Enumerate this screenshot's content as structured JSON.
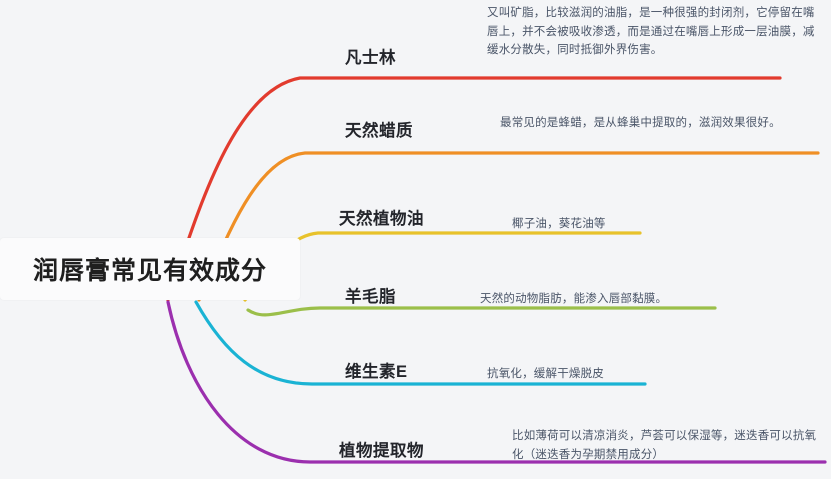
{
  "diagram": {
    "type": "mindmap",
    "background_color": "#f4f5f7",
    "root": {
      "label": "润唇膏常见有效成分"
    },
    "branches": [
      {
        "label": "凡士林",
        "description": "又叫矿脂，比较滋润的油脂，是一种很强的封闭剂，它停留在嘴唇上，并不会被吸收渗透，而是通过在嘴唇上形成一层油膜，减缓水分散失，同时抵御外界伤害。",
        "color": "#e23b2e"
      },
      {
        "label": "天然蜡质",
        "description": "最常见的是蜂蜡，是从蜂巢中提取的，滋润效果很好。",
        "color": "#ef8f25"
      },
      {
        "label": "天然植物油",
        "description": "椰子油，葵花油等",
        "color": "#e8c22b"
      },
      {
        "label": "羊毛脂",
        "description": "天然的动物脂肪，能渗入唇部黏膜。",
        "color": "#9bbf4a"
      },
      {
        "label": "维生素E",
        "description": "抗氧化，缓解干燥脱皮",
        "color": "#1ab3d4"
      },
      {
        "label": "植物提取物",
        "description": "比如薄荷可以清凉消炎，芦荟可以保湿等，迷迭香可以抗氧化（迷迭香为孕期禁用成分）",
        "color": "#9b2fae"
      }
    ]
  }
}
